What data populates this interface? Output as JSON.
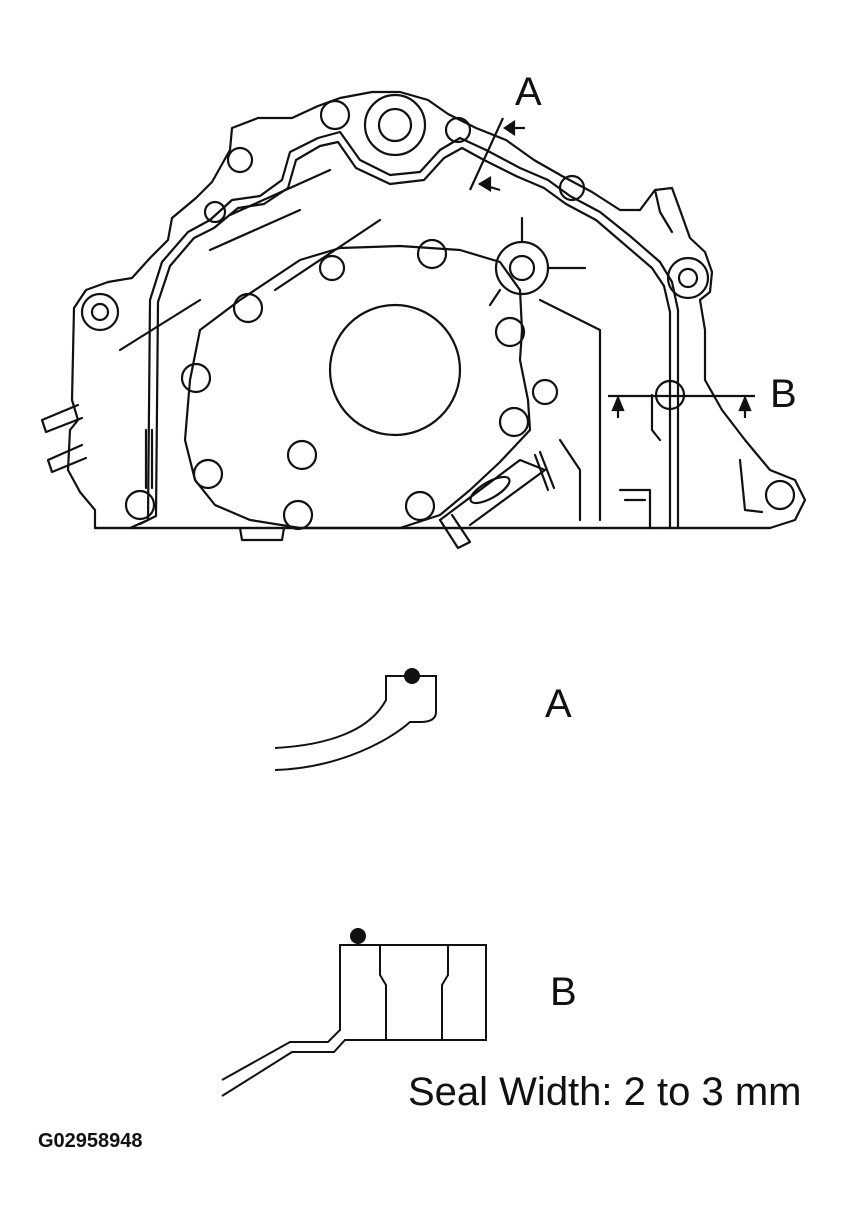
{
  "labels": {
    "section_a": "A",
    "section_b": "B",
    "detail_a": "A",
    "detail_b": "B"
  },
  "seal_width_note": "Seal Width: 2 to 3 mm",
  "figure_id": "G02958948",
  "colors": {
    "line": "#111111",
    "background": "#ffffff"
  }
}
